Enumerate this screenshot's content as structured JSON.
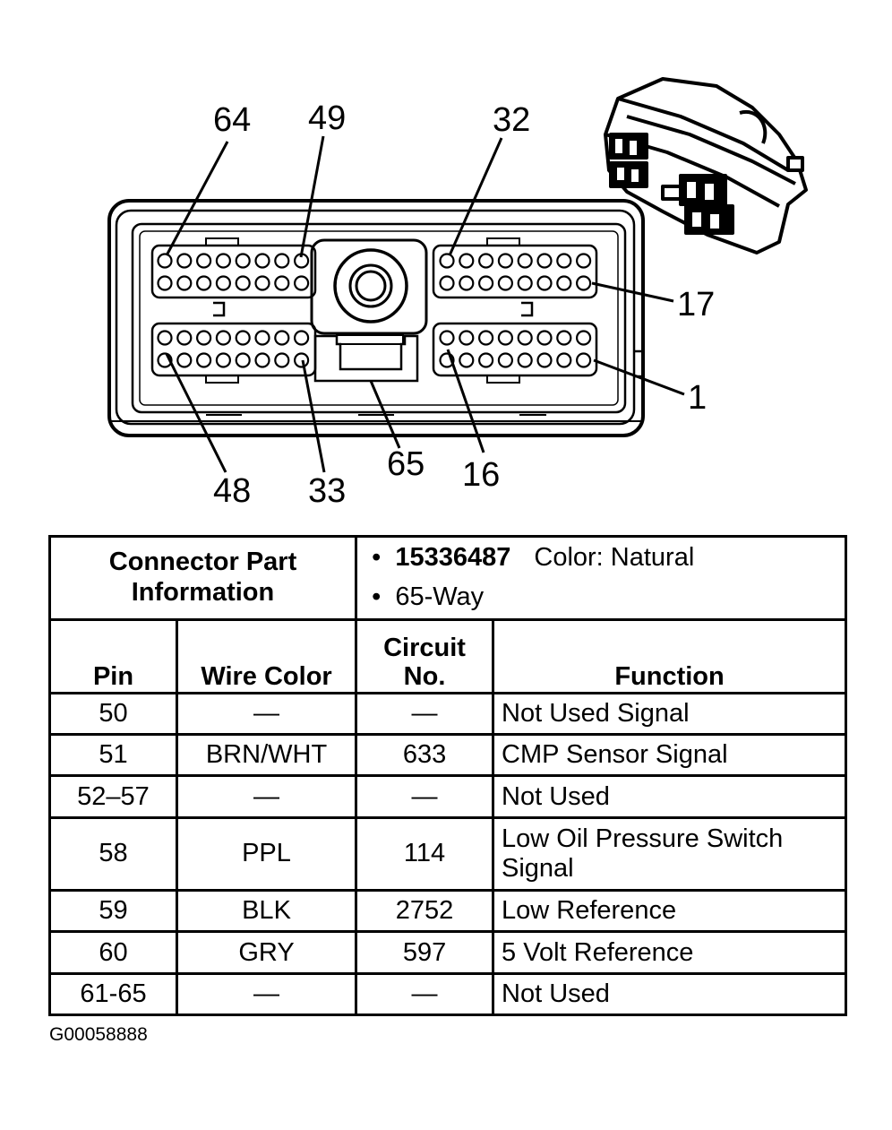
{
  "diagram": {
    "pin_labels": {
      "p64": "64",
      "p49": "49",
      "p32": "32",
      "p17": "17",
      "p1": "1",
      "p48": "48",
      "p33": "33",
      "p65": "65",
      "p16": "16"
    }
  },
  "table": {
    "info_label": "Connector Part Information",
    "part_number": "15336487",
    "color_text": "Color: Natural",
    "way_text": "65-Way",
    "headers": {
      "pin": "Pin",
      "wire_color": "Wire Color",
      "circuit_no": "Circuit No.",
      "function": "Function"
    },
    "rows": [
      {
        "pin": "50",
        "wire": "—",
        "circuit": "—",
        "function": "Not Used Signal"
      },
      {
        "pin": "51",
        "wire": "BRN/WHT",
        "circuit": "633",
        "function": "CMP Sensor Signal"
      },
      {
        "pin": "52–57",
        "wire": "—",
        "circuit": "—",
        "function": "Not Used"
      },
      {
        "pin": "58",
        "wire": "PPL",
        "circuit": "114",
        "function": "Low Oil Pressure Switch Signal"
      },
      {
        "pin": "59",
        "wire": "BLK",
        "circuit": "2752",
        "function": "Low Reference"
      },
      {
        "pin": "60",
        "wire": "GRY",
        "circuit": "597",
        "function": "5 Volt Reference"
      },
      {
        "pin": "61-65",
        "wire": "—",
        "circuit": "—",
        "function": "Not Used"
      }
    ]
  },
  "figure_id": "G00058888"
}
